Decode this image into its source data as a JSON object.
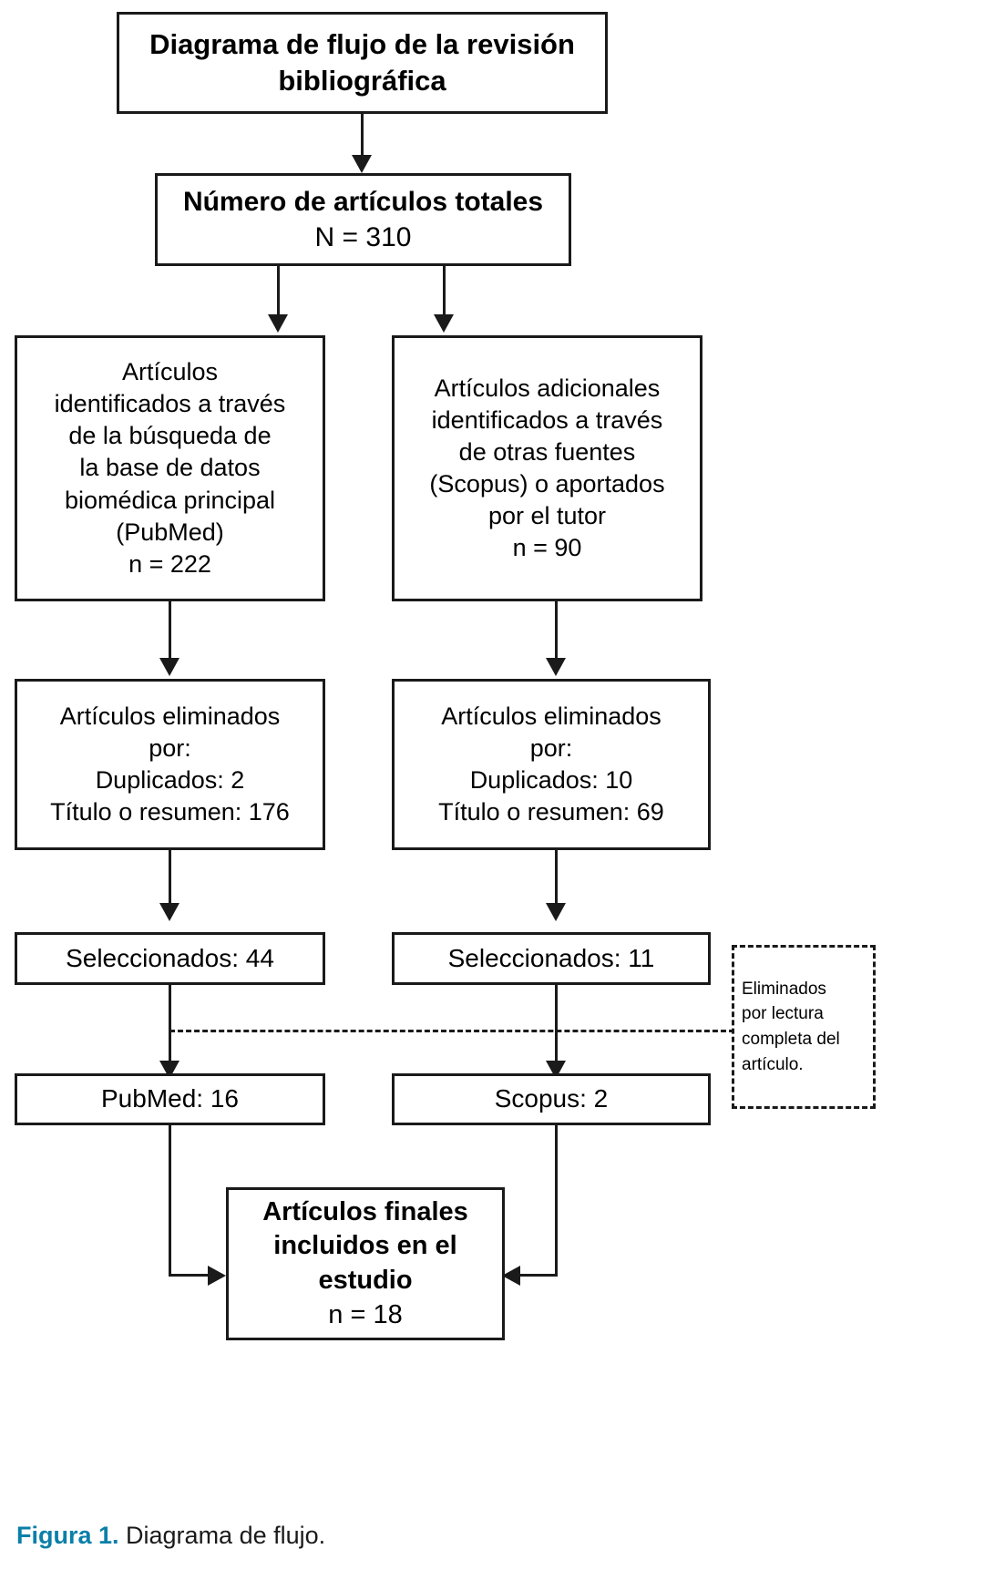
{
  "diagram": {
    "title_box": {
      "line1": "Diagrama de flujo de la revisión",
      "line2": "bibliográfica"
    },
    "totals_box": {
      "line1": "Número de artículos totales",
      "line2": "N = 310"
    },
    "pubmed_source_box": {
      "line1": "Artículos",
      "line2": "identificados a través",
      "line3": "de la búsqueda de",
      "line4": "la base de datos",
      "line5": "biomédica principal",
      "line6": "(PubMed)",
      "line7": "n = 222"
    },
    "other_source_box": {
      "line1": "Artículos adicionales",
      "line2": "identificados a través",
      "line3": "de otras fuentes",
      "line4": "(Scopus) o aportados",
      "line5": "por el tutor",
      "line6": "n = 90"
    },
    "excluded_left_box": {
      "line1": "Artículos eliminados",
      "line2": "por:",
      "line3": "Duplicados: 2",
      "line4": "Título o resumen: 176"
    },
    "excluded_right_box": {
      "line1": "Artículos eliminados",
      "line2": "por:",
      "line3": "Duplicados: 10",
      "line4": "Título o resumen: 69"
    },
    "selected_left_box": {
      "line1": "Seleccionados: 44"
    },
    "selected_right_box": {
      "line1": "Seleccionados: 11"
    },
    "fulltext_excluded_box": {
      "line1": "Eliminados",
      "line2": "por lectura",
      "line3": "completa del",
      "line4": "artículo."
    },
    "pubmed_final_box": {
      "line1": "PubMed: 16"
    },
    "scopus_final_box": {
      "line1": "Scopus: 2"
    },
    "final_box": {
      "line1": "Artículos finales",
      "line2": "incluidos en el",
      "line3": "estudio",
      "line4": "n = 18"
    }
  },
  "caption": {
    "figure_number": "Figura 1.",
    "text": " Diagrama de flujo."
  },
  "colors": {
    "stroke": "#1a1a1a",
    "background": "#ffffff",
    "caption_accent": "#0b7fa8"
  }
}
